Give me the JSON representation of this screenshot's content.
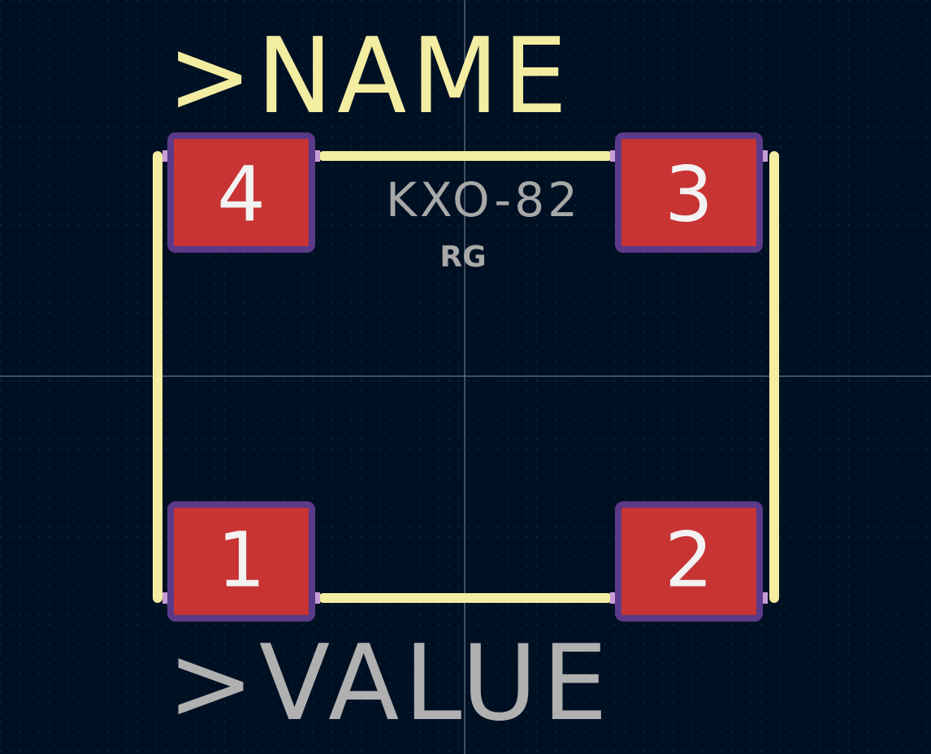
{
  "labels": {
    "name": ">NAME",
    "value": ">VALUE",
    "part_number": "KXO-82",
    "ref_code": "RG"
  },
  "pads": [
    {
      "number": "4",
      "position": "top-left"
    },
    {
      "number": "3",
      "position": "top-right"
    },
    {
      "number": "1",
      "position": "bottom-left"
    },
    {
      "number": "2",
      "position": "bottom-right"
    }
  ],
  "colors": {
    "background": "#001023",
    "grid_dot": "#2a3a55",
    "crosshair": "#7f8fa3",
    "silkscreen": "#f2eda1",
    "pad_fill": "#c83434",
    "pad_outline": "#5b3a8a",
    "pad_edge_highlight": "#c79dd6",
    "pad_number": "#f2f2f2",
    "fab_text": "#a8a8a8",
    "value_text": "#b0b0b0"
  }
}
